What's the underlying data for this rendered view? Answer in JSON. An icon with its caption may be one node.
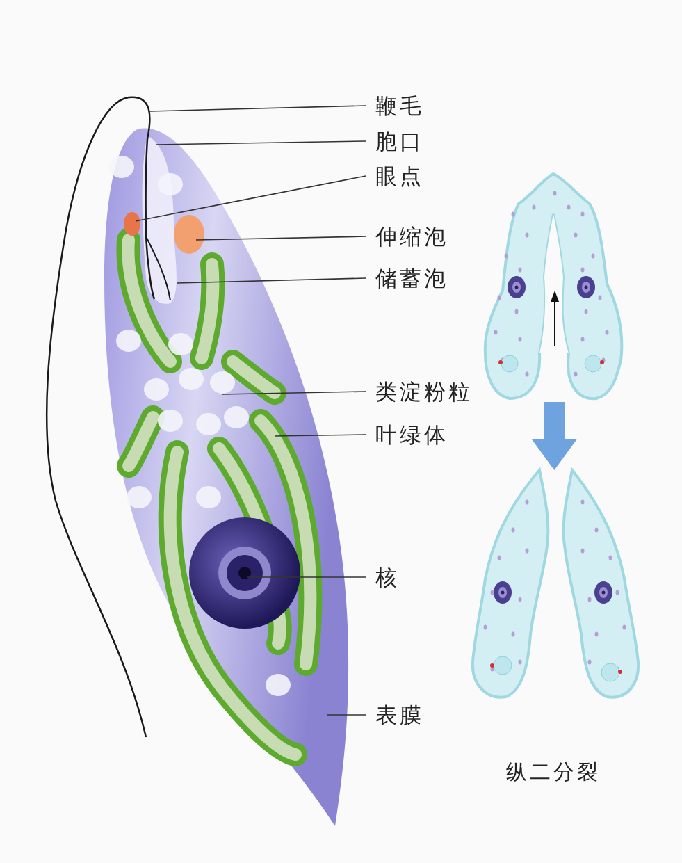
{
  "diagram": {
    "nodes": [
      {
        "text": [
          "鞭毛"
        ]
      },
      {
        "text": [
          "胞口"
        ]
      },
      {
        "text": [
          "眼点"
        ]
      },
      {
        "text": [
          "伸缩泡"
        ]
      },
      {
        "text": [
          "储蓄泡"
        ]
      },
      {
        "text": [
          "类淀粉粒"
        ]
      },
      {
        "text": [
          "叶绿体"
        ]
      },
      {
        "text": [
          "核"
        ]
      },
      {
        "text": [
          "表膜"
        ]
      },
      {
        "text": [],
        "shape": "picture"
      },
      {
        "text": [],
        "shape": "picture"
      }
    ],
    "edges": [
      {
        "from": 0,
        "to": null,
        "arrow": "none"
      },
      {
        "from": 1,
        "to": null,
        "arrow": "none"
      },
      {
        "from": 2,
        "to": null,
        "arrow": "none"
      },
      {
        "from": 3,
        "to": null,
        "arrow": "none"
      },
      {
        "from": 4,
        "to": null,
        "arrow": "none"
      },
      {
        "from": 5,
        "to": null,
        "arrow": "none"
      },
      {
        "from": 6,
        "to": null,
        "arrow": "none"
      },
      {
        "from": 7,
        "to": null,
        "arrow": "none"
      },
      {
        "from": 8,
        "to": null,
        "arrow": "none"
      },
      {
        "from": 9,
        "to": 10,
        "arrow": "to",
        "style": "thick",
        "color": "#6fa3e0"
      }
    ],
    "labels": [
      "纵二分裂"
    ]
  }
}
